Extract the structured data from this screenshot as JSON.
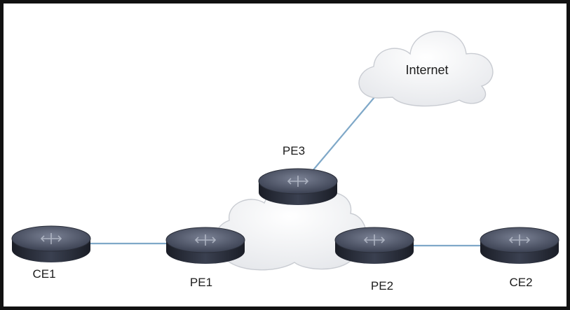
{
  "diagram": {
    "nodes": [
      {
        "id": "ce1",
        "label": "CE1",
        "type": "router"
      },
      {
        "id": "pe1",
        "label": "PE1",
        "type": "router"
      },
      {
        "id": "pe2",
        "label": "PE2",
        "type": "router"
      },
      {
        "id": "pe3",
        "label": "PE3",
        "type": "router"
      },
      {
        "id": "ce2",
        "label": "CE2",
        "type": "router"
      }
    ],
    "clouds": [
      {
        "id": "internet",
        "label": "Internet"
      },
      {
        "id": "provider-core",
        "label": ""
      }
    ],
    "links": [
      {
        "from": "CE1",
        "to": "PE1"
      },
      {
        "from": "PE2",
        "to": "CE2"
      },
      {
        "from": "PE3",
        "to": "Internet"
      }
    ],
    "colors": {
      "link": "#7fa8c8",
      "router_body": "#2a2f3c",
      "router_top": "#5b6275",
      "border": "#111111",
      "cloud_fill": "#f3f4f6",
      "cloud_stroke": "#c9ccd2"
    }
  }
}
